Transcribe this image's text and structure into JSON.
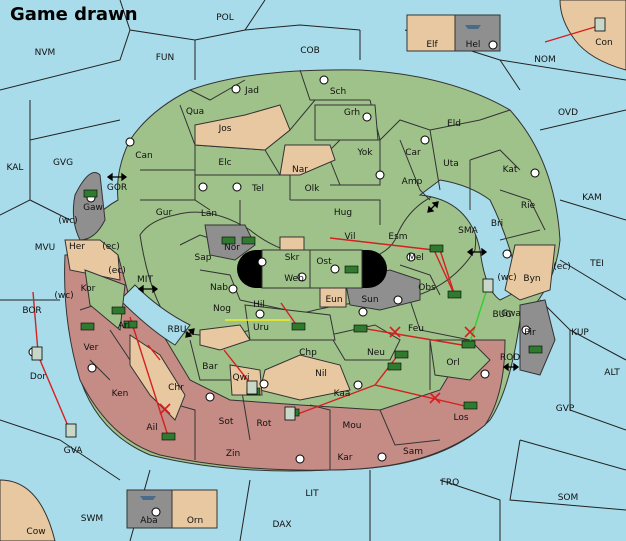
{
  "title": "Game drawn",
  "colors": {
    "sea": "#a9dcea",
    "green": "#9fc28a",
    "tan": "#e8c8a0",
    "red": "#c58c86",
    "gray": "#8f8f8f",
    "black": "#000000",
    "move_red": "#d42020",
    "move_yellow": "#f0f020",
    "move_green": "#30d030"
  },
  "sea_labels": [
    "POL",
    "COB",
    "FUN",
    "NVM",
    "NOM",
    "OVD",
    "KAL",
    "GVG",
    "GOR",
    "KAM",
    "SMA",
    "TEI",
    "MVU",
    "MIT",
    "BOR",
    "RBU",
    "BUC",
    "KUP",
    "ROD",
    "ALT",
    "GVP",
    "FRO",
    "SOM",
    "SWM",
    "LIT",
    "DAX",
    "(wc)",
    "(ec)",
    "(wc)",
    "(ec)",
    "(wc)",
    "(ec)"
  ],
  "land_labels": [
    "Jad",
    "Sch",
    "Qua",
    "Jos",
    "Grh",
    "Eld",
    "Can",
    "Elc",
    "Nar",
    "Yok",
    "Car",
    "Uta",
    "Kat",
    "Tel",
    "Olk",
    "Amp",
    "Gaw",
    "Gur",
    "Lan",
    "Hug",
    "Rie",
    "Bri",
    "Esm",
    "Vil",
    "Skr",
    "Nor",
    "Ost",
    "Mel",
    "Sap",
    "Web",
    "Byn",
    "Her",
    "Kor",
    "Nab",
    "Obs",
    "Eun",
    "Sun",
    "Gwa",
    "Arl",
    "Hil",
    "Nog",
    "Uru",
    "Feu",
    "Pir",
    "Ver",
    "Chp",
    "Neu",
    "Orl",
    "Dor",
    "Bar",
    "Qwi",
    "Nil",
    "Chr",
    "Ken",
    "Kaa",
    "Los",
    "Ail",
    "Sot",
    "Rot",
    "Mou",
    "Zin",
    "Kar",
    "Sam",
    "GVA",
    "Aba",
    "Orn",
    "Cow",
    "Con",
    "Elf",
    "Hel"
  ]
}
